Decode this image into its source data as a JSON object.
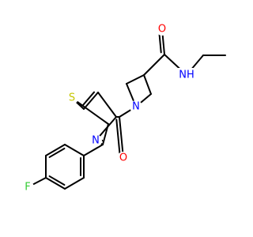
{
  "molecule": {
    "atoms": [
      {
        "id": "F",
        "label": "F",
        "color": "#33cc33"
      },
      {
        "id": "S",
        "label": "S",
        "color": "#c6c600"
      },
      {
        "id": "N_thz",
        "label": "N",
        "color": "#0000ff"
      },
      {
        "id": "N_az",
        "label": "N",
        "color": "#0000ff"
      },
      {
        "id": "O_1",
        "label": "O",
        "color": "#ff0000"
      },
      {
        "id": "O_2",
        "label": "O",
        "color": "#ff0000"
      },
      {
        "id": "NH",
        "label": "NH",
        "color": "#0000ff"
      }
    ]
  }
}
